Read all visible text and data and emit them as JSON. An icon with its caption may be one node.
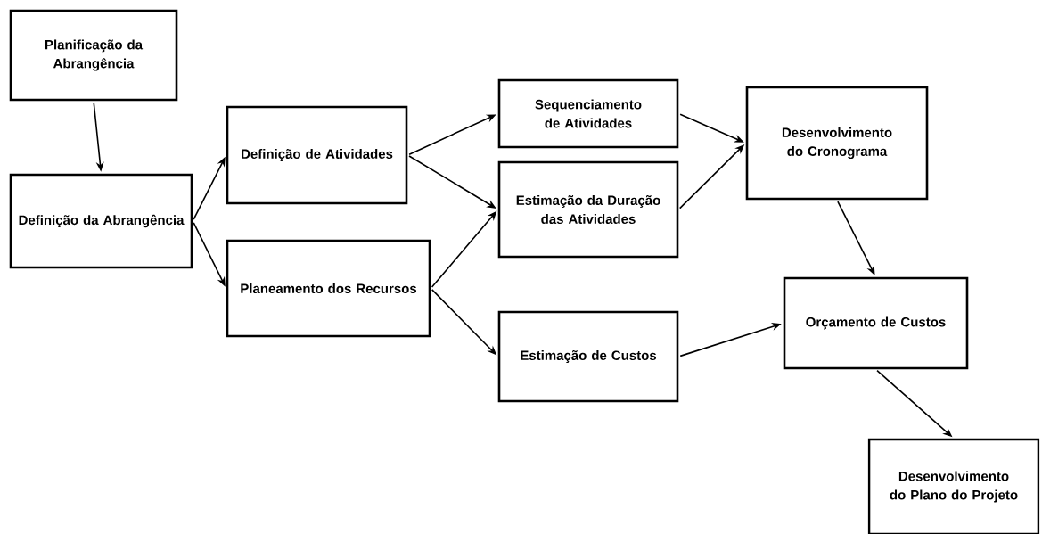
{
  "diagram": {
    "nodes": [
      {
        "text": [
          "Planificação da Abrangência"
        ]
      },
      {
        "text": [
          "Definição da Abrangência"
        ]
      },
      {
        "text": [
          "Definição de Atividades"
        ]
      },
      {
        "text": [
          "Planeamento dos Recursos"
        ]
      },
      {
        "text": [
          "Sequenciamento de Atividades"
        ]
      },
      {
        "text": [
          "Estimação da Duração das Atividades"
        ]
      },
      {
        "text": [
          "Estimação de Custos"
        ]
      },
      {
        "text": [
          "Desenvolvimento do Cronograma"
        ]
      },
      {
        "text": [
          "Orçamento de Custos"
        ]
      },
      {
        "text": [
          "Desenvolvimento do Plano do Projeto"
        ]
      }
    ],
    "edges": [
      {
        "from": 0,
        "to": 1,
        "arrow": "to"
      },
      {
        "from": 1,
        "to": 2,
        "arrow": "to"
      },
      {
        "from": 1,
        "to": 3,
        "arrow": "to"
      },
      {
        "from": 2,
        "to": 4,
        "arrow": "to"
      },
      {
        "from": 2,
        "to": 5,
        "arrow": "to"
      },
      {
        "from": 3,
        "to": 5,
        "arrow": "to"
      },
      {
        "from": 3,
        "to": 6,
        "arrow": "to"
      },
      {
        "from": 4,
        "to": 7,
        "arrow": "to"
      },
      {
        "from": 5,
        "to": 7,
        "arrow": "to"
      },
      {
        "from": 7,
        "to": 8,
        "arrow": "to"
      },
      {
        "from": 6,
        "to": 8,
        "arrow": "to"
      },
      {
        "from": 8,
        "to": 9,
        "arrow": "to"
      }
    ]
  }
}
